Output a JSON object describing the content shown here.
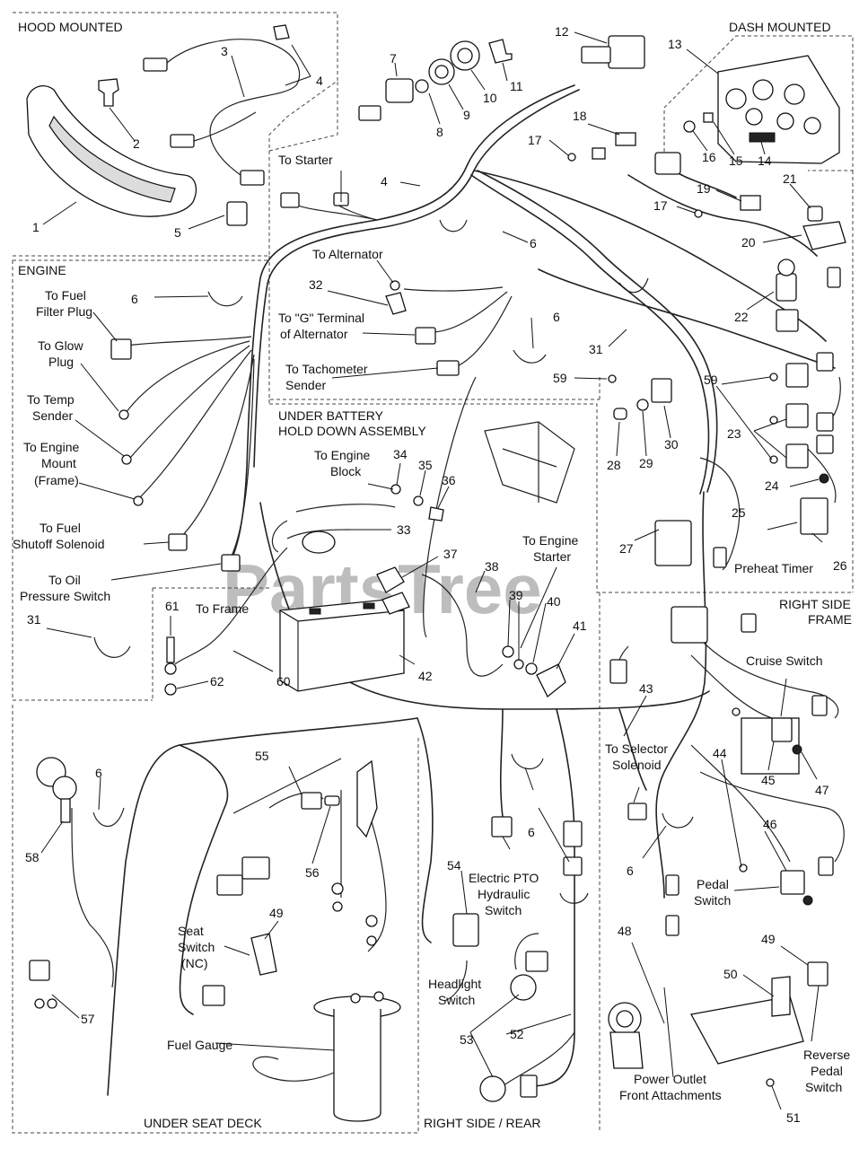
{
  "watermark": "PartsTree",
  "sections": {
    "hood_mounted": "HOOD MOUNTED",
    "dash_mounted": "DASH MOUNTED",
    "engine": "ENGINE",
    "under_battery_line1": "UNDER BATTERY",
    "under_battery_line2": "HOLD DOWN ASSEMBLY",
    "right_side_frame_line1": "RIGHT SIDE",
    "right_side_frame_line2": "FRAME",
    "under_seat_deck": "UNDER SEAT DECK",
    "right_side_rear": "RIGHT SIDE / REAR"
  },
  "labels": {
    "to_starter": "To Starter",
    "to_alternator": "To Alternator",
    "to_g_terminal_1": "To \"G\" Terminal",
    "to_g_terminal_2": "of Alternator",
    "to_tach_1": "To Tachometer",
    "to_tach_2": "Sender",
    "to_fuel_filter_1": "To Fuel",
    "to_fuel_filter_2": "Filter Plug",
    "to_glow_1": "To Glow",
    "to_glow_2": "Plug",
    "to_temp_1": "To Temp",
    "to_temp_2": "Sender",
    "to_engine_mount_1": "To Engine",
    "to_engine_mount_2": "Mount",
    "to_engine_mount_3": "(Frame)",
    "to_fuel_shutoff_1": "To Fuel",
    "to_fuel_shutoff_2": "Shutoff Solenoid",
    "to_oil_1": "To Oil",
    "to_oil_2": "Pressure Switch",
    "to_engine_block_1": "To Engine",
    "to_engine_block_2": "Block",
    "to_engine_starter_1": "To Engine",
    "to_engine_starter_2": "Starter",
    "to_frame": "To Frame",
    "preheat_timer": "Preheat Timer",
    "cruise_switch": "Cruise Switch",
    "to_selector_1": "To Selector",
    "to_selector_2": "Solenoid",
    "pedal_switch_1": "Pedal",
    "pedal_switch_2": "Switch",
    "electric_pto_1": "Electric PTO",
    "electric_pto_2": "Hydraulic",
    "electric_pto_3": "Switch",
    "headlight_1": "Headlight",
    "headlight_2": "Switch",
    "seat_switch_1": "Seat",
    "seat_switch_2": "Switch",
    "seat_switch_3": "(NC)",
    "fuel_gauge": "Fuel Gauge",
    "power_outlet_1": "Power Outlet",
    "power_outlet_2": "Front Attachments",
    "reverse_pedal_1": "Reverse",
    "reverse_pedal_2": "Pedal",
    "reverse_pedal_3": "Switch"
  },
  "callouts": {
    "n1": "1",
    "n2": "2",
    "n3": "3",
    "n4a": "4",
    "n4b": "4",
    "n5": "5",
    "n6a": "6",
    "n6b": "6",
    "n6c": "6",
    "n6d": "6",
    "n6e": "6",
    "n6f": "6",
    "n7": "7",
    "n8": "8",
    "n9": "9",
    "n10": "10",
    "n11": "11",
    "n12": "12",
    "n13": "13",
    "n14": "14",
    "n15": "15",
    "n16": "16",
    "n17a": "17",
    "n17b": "17",
    "n18": "18",
    "n19": "19",
    "n20": "20",
    "n21": "21",
    "n22": "22",
    "n23": "23",
    "n24": "24",
    "n25": "25",
    "n26": "26",
    "n27": "27",
    "n28": "28",
    "n29": "29",
    "n30": "30",
    "n31a": "31",
    "n31b": "31",
    "n32": "32",
    "n33": "33",
    "n34": "34",
    "n35": "35",
    "n36": "36",
    "n37": "37",
    "n38": "38",
    "n39": "39",
    "n40": "40",
    "n41": "41",
    "n42": "42",
    "n43": "43",
    "n44": "44",
    "n45": "45",
    "n46": "46",
    "n47": "47",
    "n48": "48",
    "n49a": "49",
    "n49b": "49",
    "n50": "50",
    "n51": "51",
    "n52": "52",
    "n53": "53",
    "n54": "54",
    "n55": "55",
    "n56": "56",
    "n57": "57",
    "n58": "58",
    "n59a": "59",
    "n59b": "59",
    "n60": "60",
    "n61": "61",
    "n62": "62"
  }
}
